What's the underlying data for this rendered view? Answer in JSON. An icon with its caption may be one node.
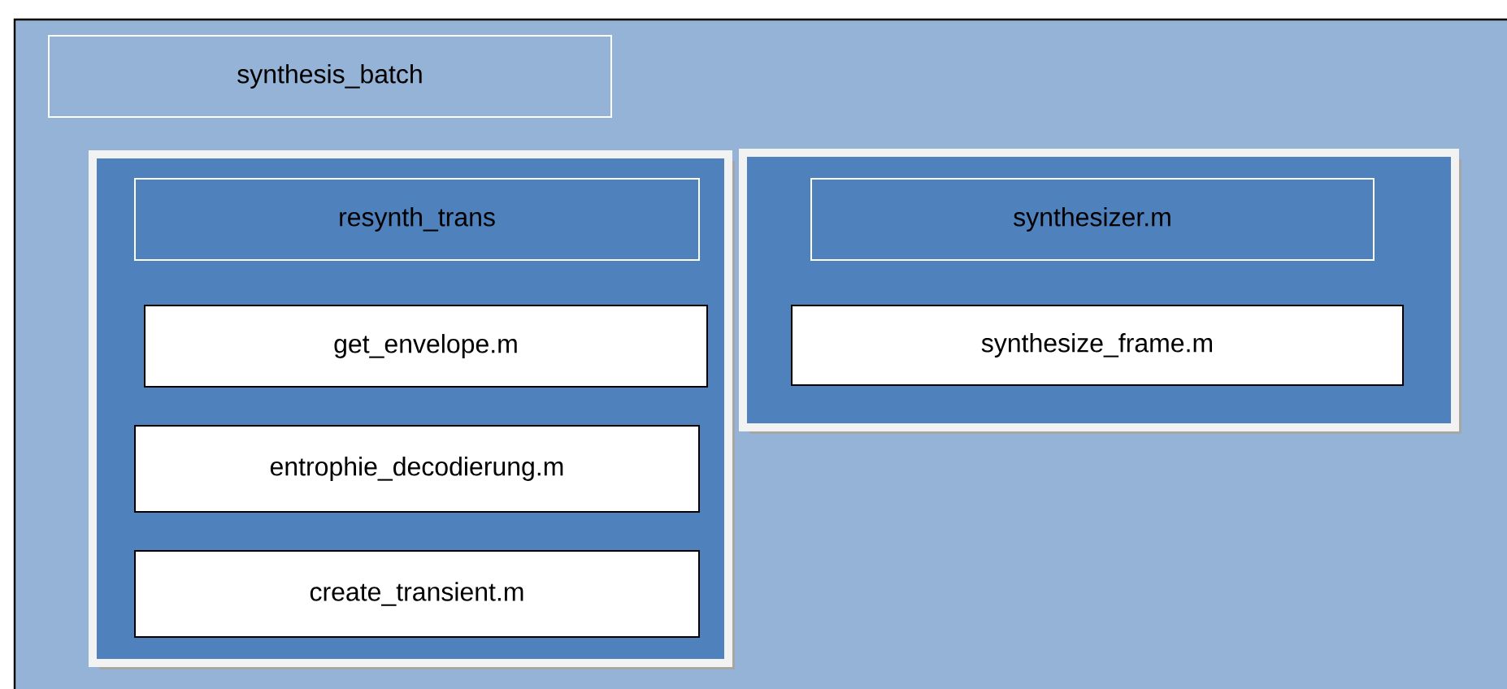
{
  "diagram": {
    "nodes": [
      {
        "text": [
          "synthesis_batch"
        ]
      },
      {
        "text": [
          "resynth_trans"
        ],
        "in": 0
      },
      {
        "text": [
          "get_envelope.m"
        ],
        "in": 1
      },
      {
        "text": [
          "entrophie_decodierung.m"
        ],
        "in": 1
      },
      {
        "text": [
          "create_transient.m"
        ],
        "in": 1
      },
      {
        "text": [
          "synthesizer.m"
        ],
        "in": 0
      },
      {
        "text": [
          "synthesize_frame.m"
        ],
        "in": 5
      }
    ]
  }
}
